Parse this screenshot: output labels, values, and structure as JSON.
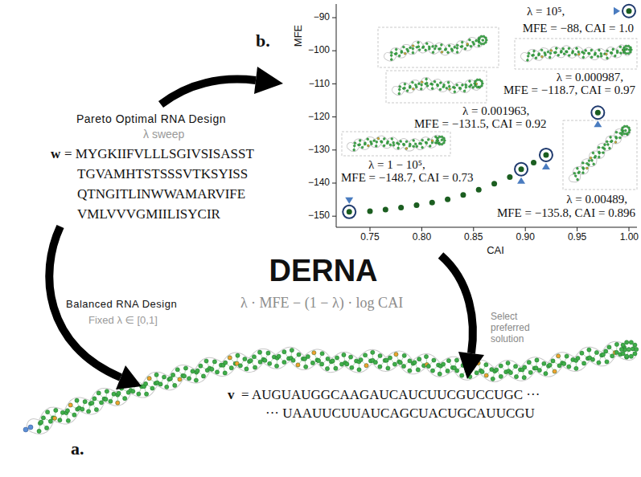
{
  "diagram": {
    "title": "DERNA",
    "labels": [
      "b.",
      "MFE",
      "−90",
      "−100",
      "−110",
      "−120",
      "−130",
      "−140",
      "−150",
      "0.75",
      "0.80",
      "0.85",
      "0.90",
      "0.95",
      "1.00",
      "CAI",
      "λ = 10⁵,",
      "MFE = −88, CAI = 1.0",
      "λ = 0.000987,",
      "MFE = −118.7, CAI = 0.97",
      "λ = 0.001963,",
      "MFE = −131.5, CAI = 0.92",
      "λ = 0.00489,",
      "MFE = −135.8, CAI = 0.896",
      "λ = 1 − 10⁵,",
      "MFE = −148.7, CAI = 0.73",
      "Pareto Optimal RNA Design",
      "λ sweep",
      "w",
      "= MYGKIIFVLLLSGIVSISASST",
      "TGVAMHTSTSSSVTKSYISS",
      "QTNGITLINWWAMARVIFE",
      "VMLVVVGMIILISYCIR",
      "λ · MFE − (1 − λ) · log CAI",
      "Balanced RNA Design",
      "Fixed λ ∈ [0,1]",
      "Select preferred solution",
      "a.",
      "v",
      "= AUGUAUGGCAAGAUCAUCUUCGUCCUGC ···",
      "··· UAAUUCUUAUCAGCUACUGCAUUCGU"
    ]
  }
}
